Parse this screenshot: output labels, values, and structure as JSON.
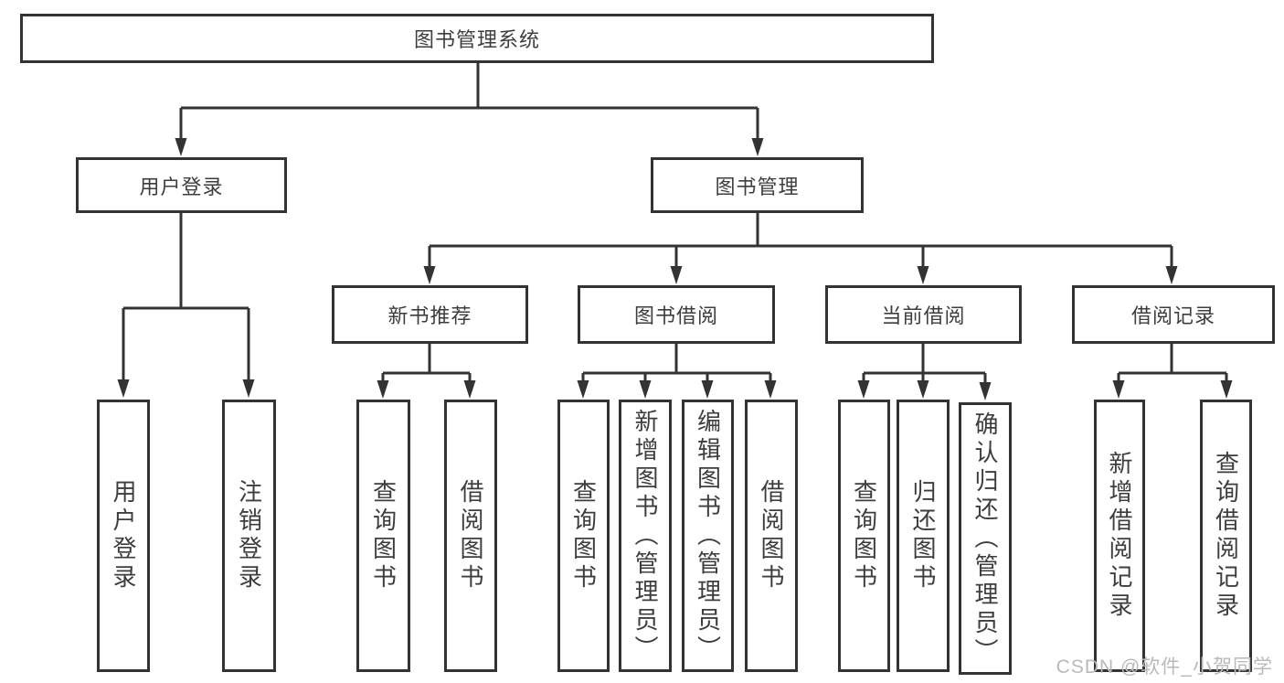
{
  "tree": {
    "root": {
      "label": "图书管理系统"
    },
    "children": [
      {
        "label": "用户登录",
        "leaves": [
          "用户登录",
          "注销登录"
        ]
      },
      {
        "label": "图书管理",
        "children": [
          {
            "label": "新书推荐",
            "leaves": [
              "查询图书",
              "借阅图书"
            ]
          },
          {
            "label": "图书借阅",
            "leaves": [
              "查询图书",
              "新增图书（管理员）",
              "编辑图书（管理员）",
              "借阅图书"
            ]
          },
          {
            "label": "当前借阅",
            "leaves": [
              "查询图书",
              "归还图书",
              "确认归还（管理员）"
            ]
          },
          {
            "label": "借阅记录",
            "leaves": [
              "新增借阅记录",
              "查询借阅记录"
            ]
          }
        ]
      }
    ]
  },
  "watermark": {
    "text": "CSDN @软件_小贺同学"
  },
  "colors": {
    "line": "#333333",
    "node_text": "#3d3d3d",
    "background": "#ffffff",
    "watermark": "#b9b9b9"
  }
}
